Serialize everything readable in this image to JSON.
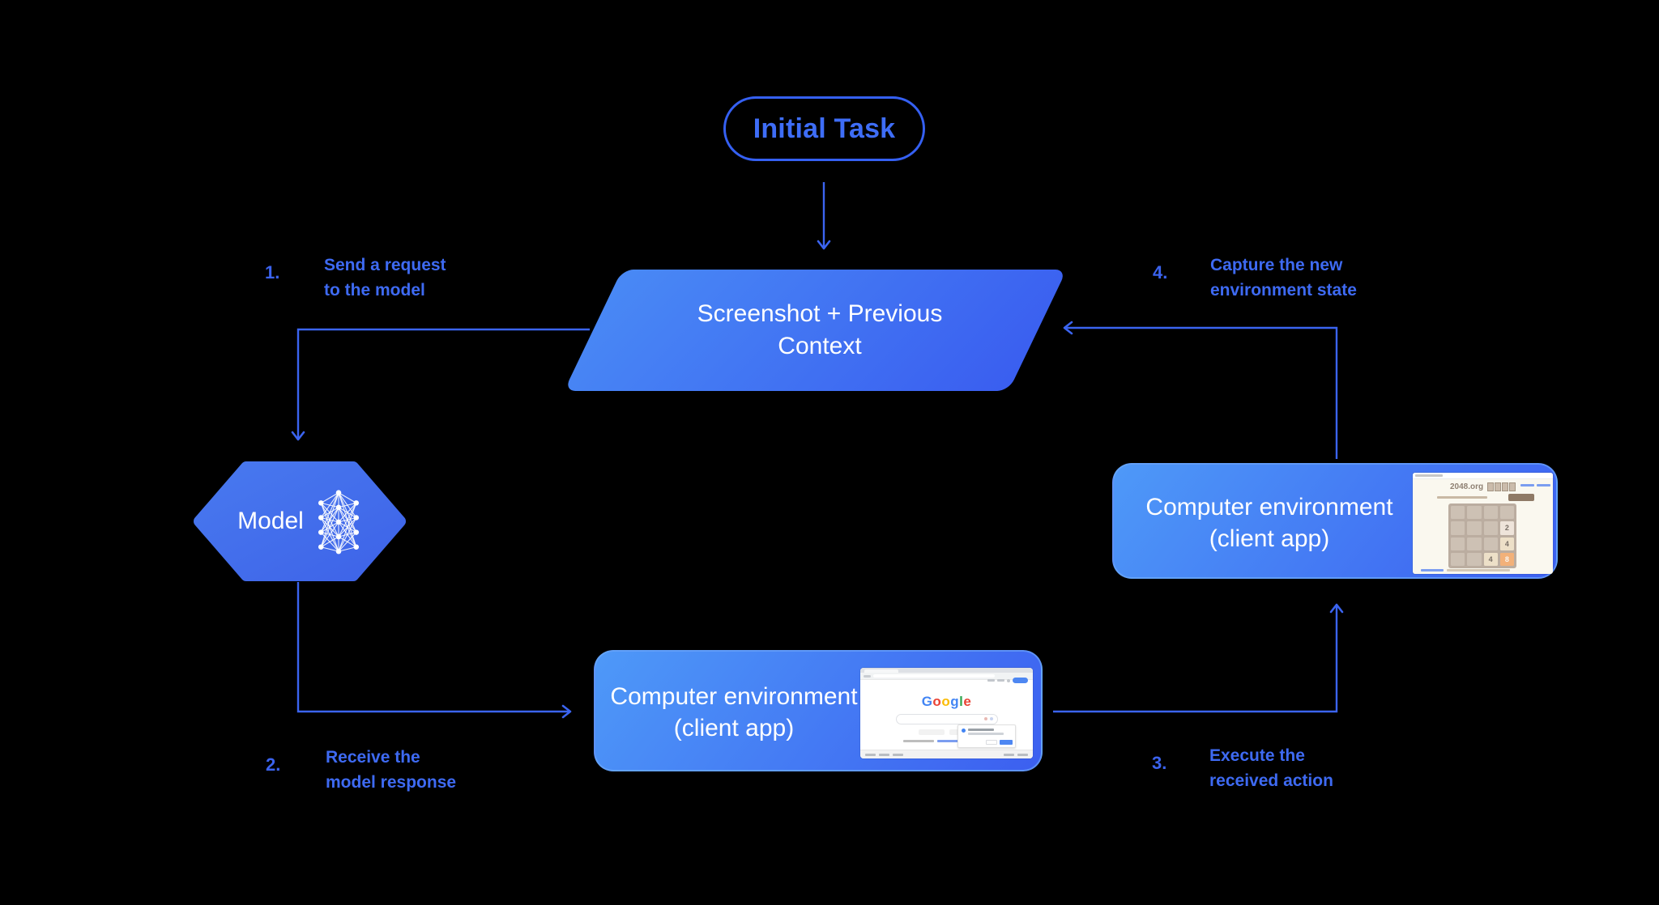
{
  "diagram": {
    "initial_task_label": "Initial Task",
    "context_node": {
      "line1": "Screenshot + Previous",
      "line2": "Context"
    },
    "model_node": {
      "label": "Model"
    },
    "env_bottom": {
      "line1": "Computer environment",
      "line2": "(client app)"
    },
    "env_right": {
      "line1": "Computer environment",
      "line2": "(client app)"
    }
  },
  "steps": [
    {
      "num": "1.",
      "line1": "Send a request",
      "line2": "to the model"
    },
    {
      "num": "2.",
      "line1": "Receive the",
      "line2": "model response"
    },
    {
      "num": "3.",
      "line1": "Execute the",
      "line2": "received action"
    },
    {
      "num": "4.",
      "line1": "Capture the new",
      "line2": "environment state"
    }
  ],
  "colors": {
    "background": "#000000",
    "connector_blue": "#3B64F0",
    "label_blue": "#3E6AF2",
    "node_gradient_start": "#4E99F8",
    "node_gradient_end": "#3C5FF0",
    "node_text": "#FFFFFF"
  },
  "google_mock": {
    "logo_letters": [
      [
        "G",
        "#4285F4"
      ],
      [
        "o",
        "#EA4335"
      ],
      [
        "o",
        "#FBBC05"
      ],
      [
        "g",
        "#4285F4"
      ],
      [
        "l",
        "#34A853"
      ],
      [
        "e",
        "#EA4335"
      ]
    ]
  },
  "game_mock": {
    "title": "2048.org",
    "grid": [
      "",
      "",
      "",
      "",
      "",
      "",
      "",
      "2",
      "",
      "",
      "",
      "4",
      "",
      "",
      "4",
      "8"
    ],
    "tile_styles": {
      "2": [
        "#eee4da",
        "#776e65"
      ],
      "4": [
        "#ede0c8",
        "#776e65"
      ],
      "8": [
        "#f2b179",
        "#f9f6f2"
      ]
    }
  }
}
